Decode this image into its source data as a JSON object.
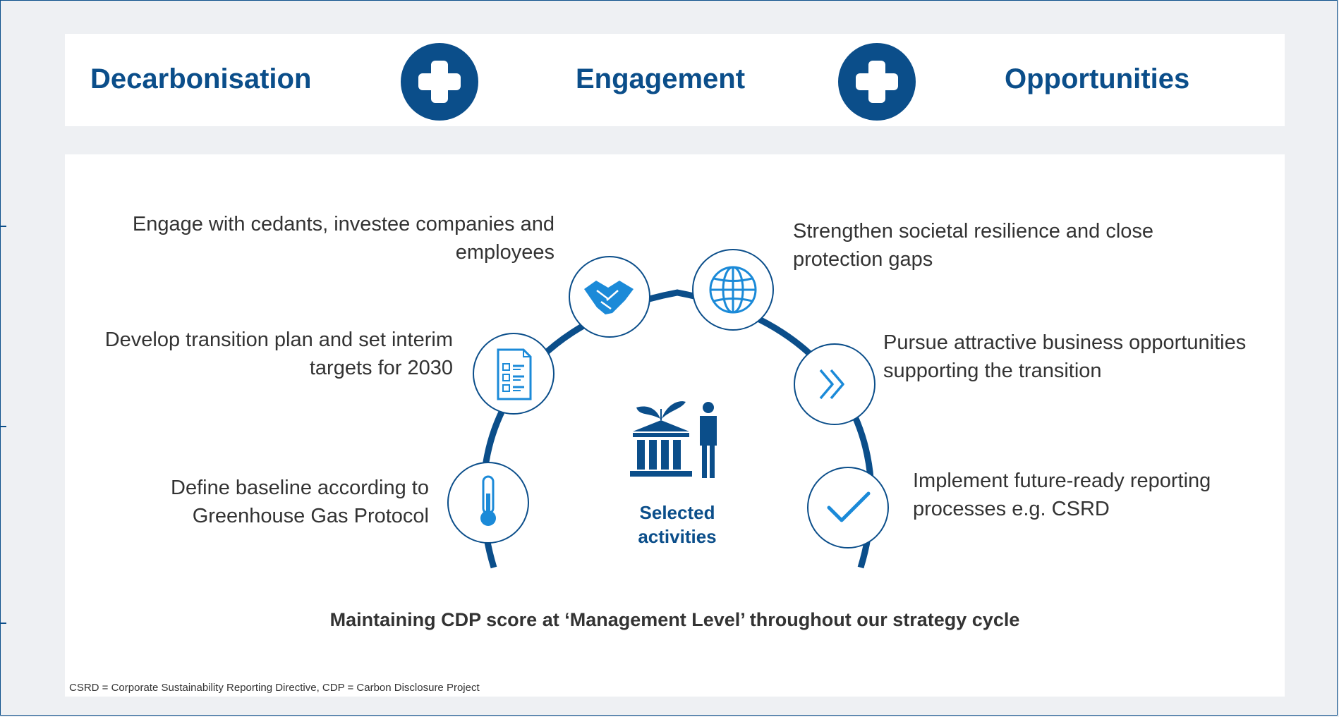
{
  "colors": {
    "brand_blue": "#0b4e8a",
    "icon_blue": "#1b8ad8",
    "text": "#333333",
    "panel": "#ffffff",
    "background": "#eef0f3"
  },
  "pillars": {
    "decarbonisation": "Decarbonisation",
    "engagement": "Engagement",
    "opportunities": "Opportunities",
    "separator_icon": "plus-icon"
  },
  "activities": {
    "engage": {
      "text": "Engage with cedants, investee companies and employees",
      "icon": "handshake-icon"
    },
    "transition_plan": {
      "text": "Develop transition plan and set interim targets for 2030",
      "icon": "checklist-document-icon"
    },
    "baseline": {
      "text": "Define baseline according to Greenhouse Gas Protocol",
      "icon": "thermometer-icon"
    },
    "resilience": {
      "text": "Strengthen societal resilience and close protection gaps",
      "icon": "globe-icon"
    },
    "opportunities": {
      "text": "Pursue attractive business opportunities supporting the transition",
      "icon": "double-chevron-icon"
    },
    "reporting": {
      "text": "Implement future-ready reporting processes e.g. CSRD",
      "icon": "checkmark-icon"
    }
  },
  "center": {
    "label": "Selected activities",
    "icon": "sustainable-institution-icon"
  },
  "tagline": "Maintaining CDP score at ‘Management Level’ throughout our strategy cycle",
  "footnote": "CSRD = Corporate Sustainability Reporting Directive, CDP = Carbon Disclosure Project"
}
